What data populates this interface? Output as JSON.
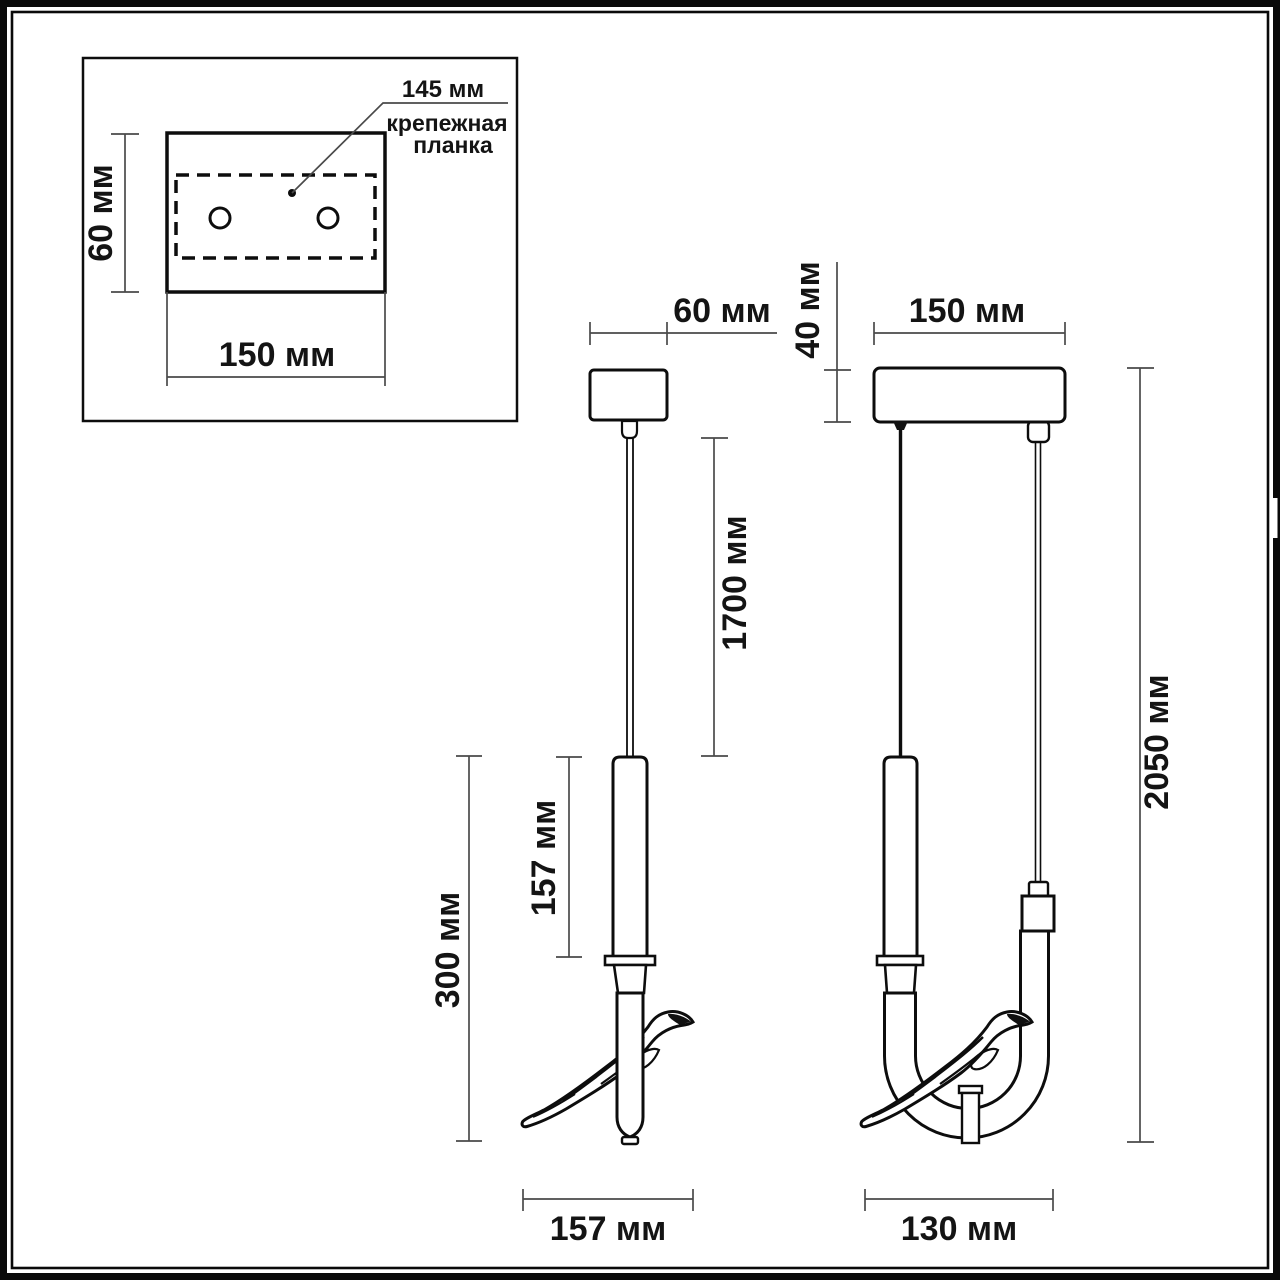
{
  "colors": {
    "ink": "#0d0d0d",
    "dimension_line": "#4a4a4a",
    "text": "#141414",
    "background": "#ffffff"
  },
  "inset": {
    "hole_spacing_label": "145 мм",
    "mount_label_line1": "крепежная",
    "mount_label_line2": "планка",
    "plate_height_label": "60 мм",
    "plate_width_label": "150 мм"
  },
  "side_view": {
    "canopy_width_label": "60 мм",
    "suspension_length_label": "1700 мм",
    "shade_length_label": "157 мм",
    "body_height_label": "300 мм",
    "body_width_label": "157 мм"
  },
  "front_view": {
    "canopy_height_label": "40 мм",
    "canopy_width_label": "150 мм",
    "overall_height_label": "2050 мм",
    "body_width_label": "130 мм"
  }
}
